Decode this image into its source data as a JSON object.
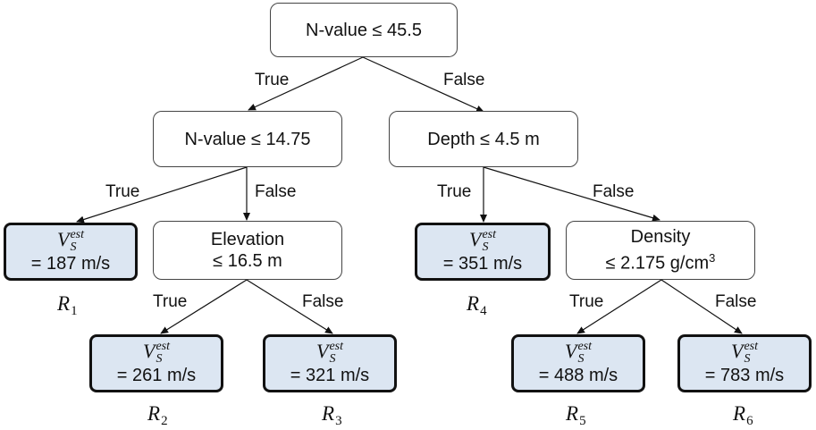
{
  "nodes": {
    "n1": {
      "line1": "N-value ≤ 45.5"
    },
    "n2": {
      "line1": "N-value ≤ 14.75"
    },
    "n3": {
      "line1": "Depth ≤ 4.5 m"
    },
    "n4": {
      "line1": "Elevation",
      "line2": "≤ 16.5 m"
    },
    "n5": {
      "line1": "Density",
      "line2": "≤ 2.175 g/cm",
      "line2_sup": "3"
    }
  },
  "leaf_symbol": {
    "base": "V",
    "subscript": "S",
    "superscript": "est"
  },
  "leaves": {
    "r1": {
      "value": "= 187 m/s",
      "region": "R",
      "region_sub": "1"
    },
    "r2": {
      "value": "= 261 m/s",
      "region": "R",
      "region_sub": "2"
    },
    "r3": {
      "value": "= 321 m/s",
      "region": "R",
      "region_sub": "3"
    },
    "r4": {
      "value": "= 351 m/s",
      "region": "R",
      "region_sub": "4"
    },
    "r5": {
      "value": "= 488 m/s",
      "region": "R",
      "region_sub": "5"
    },
    "r6": {
      "value": "= 783 m/s",
      "region": "R",
      "region_sub": "6"
    }
  },
  "edge_labels": {
    "true": "True",
    "false": "False"
  }
}
